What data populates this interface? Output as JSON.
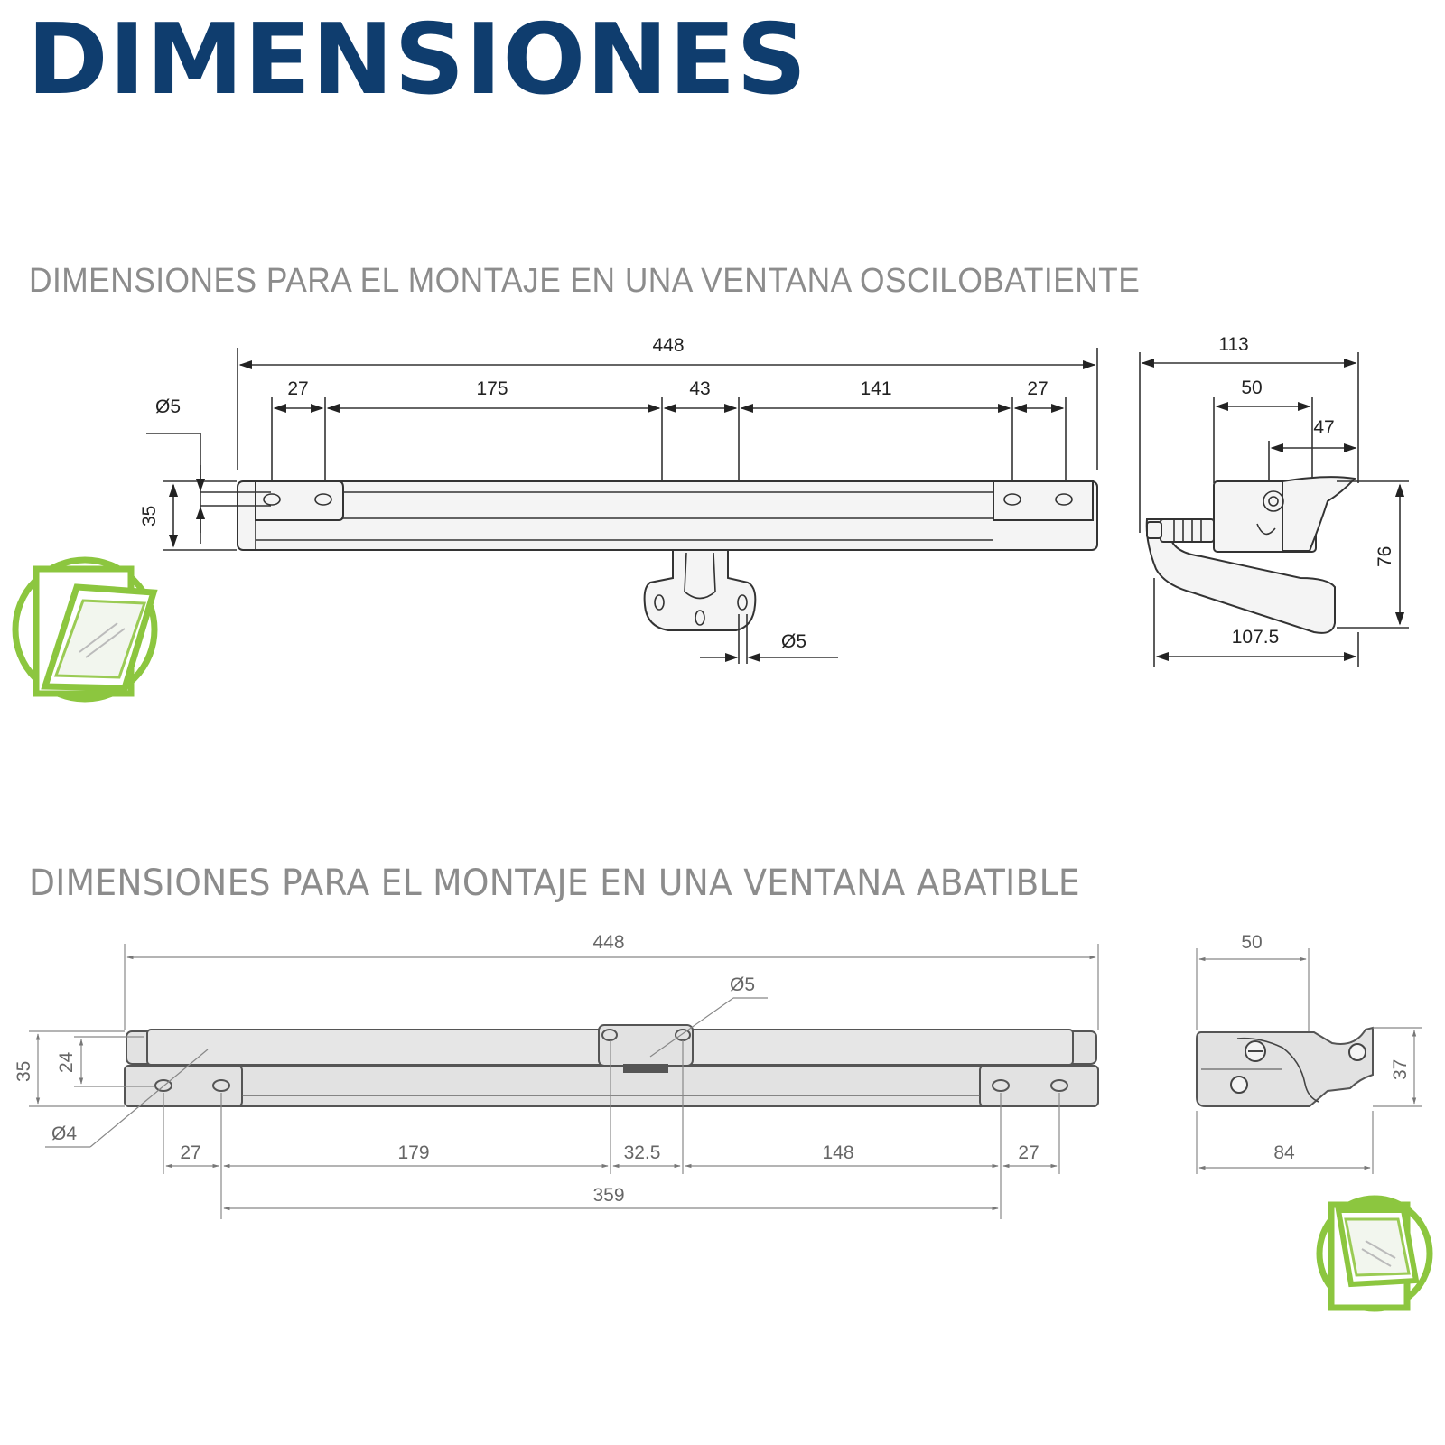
{
  "header": {
    "title": "DIMENSIONES"
  },
  "section_tilt": {
    "title": "DIMENSIONES PARA EL MONTAJE EN UNA VENTANA OSCILOBATIENTE",
    "front": {
      "overall": "448",
      "segments": [
        "27",
        "175",
        "43",
        "141",
        "27"
      ],
      "height": "35",
      "hole_left": "Ø5",
      "hole_bottom": "Ø5"
    },
    "side": {
      "top": "113",
      "mid": "50",
      "small": "47",
      "height": "76",
      "bottom": "107.5"
    },
    "icon": "tilt-turn-window-icon"
  },
  "section_casement": {
    "title": "DIMENSIONES PARA EL MONTAJE EN UNA VENTANA ABATIBLE",
    "front": {
      "overall": "448",
      "hole_top": "Ø5",
      "height_outer": "35",
      "height_inner": "24",
      "hole_left": "Ø4",
      "segments": [
        "27",
        "179",
        "32.5",
        "148",
        "27"
      ],
      "span": "359"
    },
    "side": {
      "top": "50",
      "height": "37",
      "bottom": "84"
    },
    "icon": "top-hung-window-icon"
  },
  "colors": {
    "title": "#0f3d6e",
    "subtitle": "#8c8c8c",
    "icon_green": "#8cc63f"
  }
}
